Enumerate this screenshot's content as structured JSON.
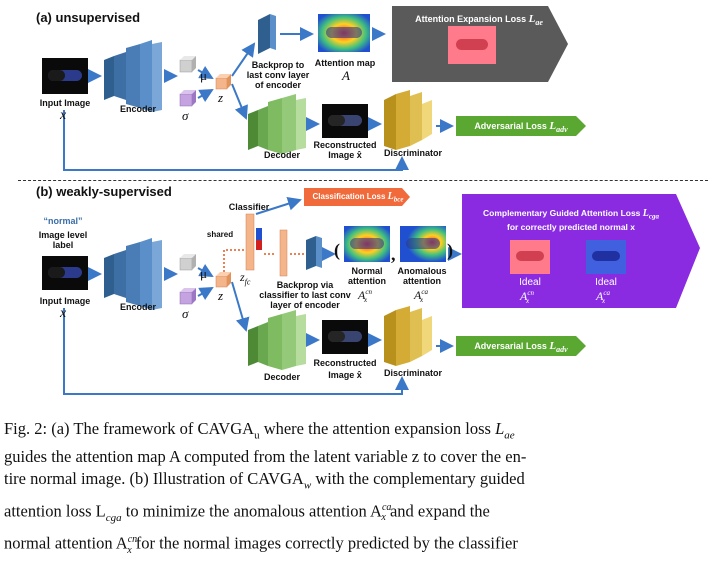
{
  "sections": {
    "a_title": "(a) unsupervised",
    "b_title": "(b) weakly-supervised"
  },
  "a": {
    "input_image_label": "Input Image",
    "input_var": "x",
    "encoder_label": "Encoder",
    "mu": "μ",
    "sigma": "σ",
    "z": "z",
    "backprop_label_1": "Backprop to",
    "backprop_label_2": "last conv layer",
    "backprop_label_3": "of encoder",
    "attention_map_label": "Attention map",
    "attention_map_var": "A",
    "loss_ae_label": "Attention Expansion Loss",
    "loss_ae_var": "Lae",
    "decoder_label": "Decoder",
    "recon_label_1": "Reconstructed",
    "recon_label_2": "Image x̂",
    "discriminator_label": "Discriminator",
    "adv_loss_label": "Adversarial Loss",
    "adv_loss_var": "Ladv"
  },
  "b": {
    "normal_quote": "“normal”",
    "image_level_label_1": "Image level",
    "image_level_label_2": "label",
    "input_image_label": "Input Image",
    "input_var": "x",
    "encoder_label": "Encoder",
    "mu": "μ",
    "sigma": "σ",
    "z": "z",
    "shared_label": "shared",
    "classifier_label": "Classifier",
    "zfc": "zfc",
    "class_loss_label": "Classification Loss",
    "class_loss_var": "Lbce",
    "backprop_label_1": "Backprop via",
    "backprop_label_2": "classifier to last conv",
    "backprop_label_3": "layer of encoder",
    "normal_att_1": "Normal",
    "normal_att_2": "attention",
    "normal_att_var": "Axcn",
    "anom_att_1": "Anomalous",
    "anom_att_2": "attention",
    "anom_att_var": "Axca",
    "cga_title_1": "Complementary Guided Attention Loss",
    "cga_title_var": "Lcga",
    "cga_title_2": "for correctly predicted normal x",
    "ideal_1": "Ideal",
    "ideal_var_1": "Axcn",
    "ideal_2": "Ideal",
    "ideal_var_2": "Axca",
    "decoder_label": "Decoder",
    "recon_label_1": "Reconstructed",
    "recon_label_2": "Image x̂",
    "discriminator_label": "Discriminator",
    "adv_loss_label": "Adversarial Loss",
    "adv_loss_var": "Ladv"
  },
  "caption": {
    "line1_a": "Fig. 2: (a) The framework of CAVGA",
    "line1_sub": "u",
    "line1_b": " where the attention expansion loss ",
    "line1_L": "L",
    "line1_Lsub": "ae",
    "line2": "guides the attention map A computed from the latent variable z to cover the en-",
    "line3_a": "tire normal image. (b) Illustration of CAVGA",
    "line3_sub": "w",
    "line3_b": " with the complementary guided",
    "line4_a": "attention loss L",
    "line4_sub": "cga",
    "line4_b": " to minimize the anomalous attention A",
    "line4_sup": "ca",
    "line4_subx": "x",
    "line4_c": " and expand the",
    "line5_a": "normal attention A",
    "line5_sup": "cn",
    "line5_subx": "x",
    "line5_b": " for the normal images correctly predicted by the classifier"
  },
  "colors": {
    "encoder_blue": "#2f5f8f",
    "decoder_green": "#6aa84f",
    "discriminator_gold": "#c9a227",
    "loss_gray": "#5a5a5a",
    "adv_green": "#5aa832",
    "class_loss_orange": "#f06a3b",
    "cga_purple": "#8a2be2",
    "arrow_blue": "#3c78c8"
  }
}
